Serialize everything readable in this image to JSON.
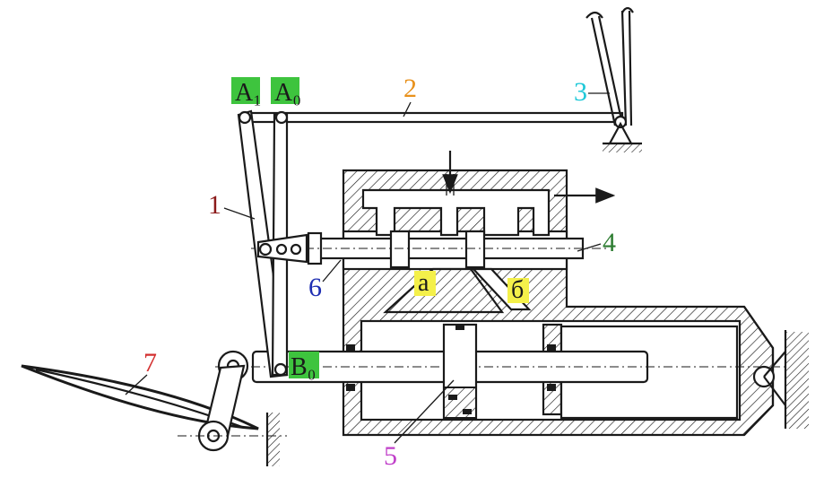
{
  "labels": {
    "lever": "1",
    "rod": "2",
    "handle": "3",
    "valve_spool": "4",
    "piston": "5",
    "feedback_link": "6",
    "plough": "7",
    "port_a": "a",
    "port_b": "б",
    "pivot_a1": "A₁",
    "pivot_a0": "A₀",
    "pivot_b0": "B₀"
  },
  "colors": {
    "lever": "#8b1a1a",
    "rod": "#e8911c",
    "handle": "#1ec8d8",
    "valve_spool": "#2e7d32",
    "piston": "#c03fc9",
    "feedback_link": "#1f2fb3",
    "plough": "#d32f2f",
    "port_highlight": "#f4f04a",
    "pivot_highlight": "#3ec43e",
    "ink": "#1a1a1a"
  }
}
